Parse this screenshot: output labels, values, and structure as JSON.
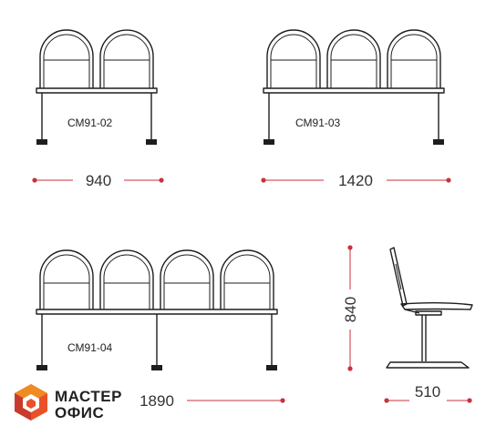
{
  "models": [
    {
      "code": "СМ91-02",
      "seats": 2
    },
    {
      "code": "СМ91-03",
      "seats": 3
    },
    {
      "code": "СМ91-04",
      "seats": 4
    }
  ],
  "dimensions": {
    "width_2": "940",
    "width_3": "1420",
    "width_4": "1890",
    "height": "840",
    "depth": "510"
  },
  "brand": {
    "line1": "МАСТЕР",
    "line2": "ОФИС",
    "colors": [
      "#e8522a",
      "#f08a22",
      "#c93a2c"
    ]
  },
  "accent_color": "#c8323c"
}
